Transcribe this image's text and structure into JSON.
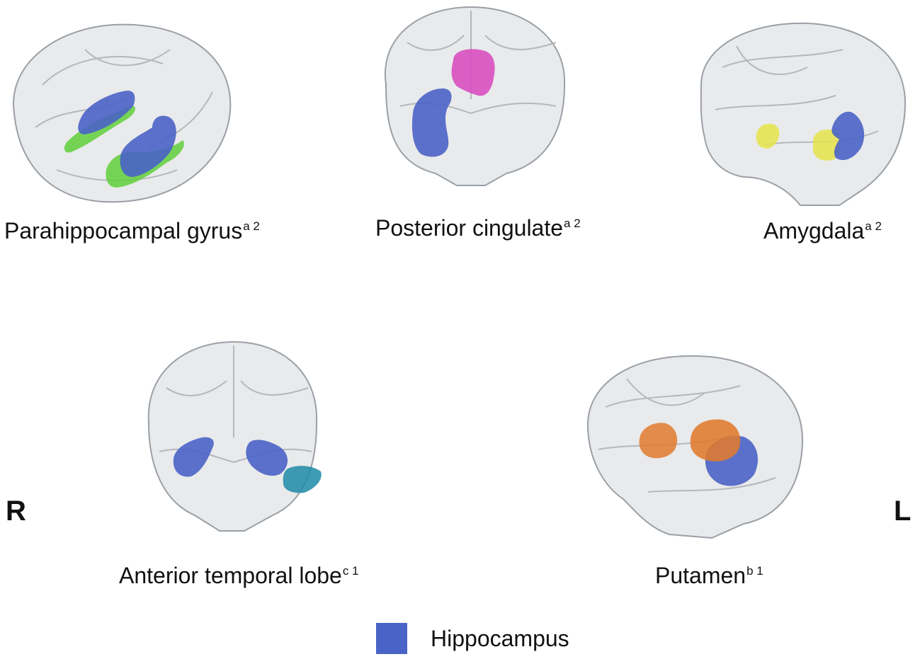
{
  "colors": {
    "hippocampus": "#4a63c6",
    "parahippocampal": "#5fcf3b",
    "posterior_cingulate": "#d84fc0",
    "amygdala": "#e6e34a",
    "anterior_temporal": "#1f8aa8",
    "putamen": "#e07a2e",
    "brain_fill": "#d7d9db",
    "brain_stroke": "#9aa0a6"
  },
  "panels": [
    {
      "name": "Parahippocampal gyrus",
      "sup": "a 2",
      "overlay": "parahippocampal"
    },
    {
      "name": "Posterior cingulate",
      "sup": "a 2",
      "overlay": "posterior_cingulate"
    },
    {
      "name": "Amygdala",
      "sup": "a 2",
      "overlay": "amygdala"
    },
    {
      "name": "Anterior temporal lobe",
      "sup": "c 1",
      "overlay": "anterior_temporal"
    },
    {
      "name": "Putamen",
      "sup": "b 1",
      "overlay": "putamen"
    }
  ],
  "side_labels": {
    "right": "R",
    "left": "L"
  },
  "legend": {
    "label": "Hippocampus",
    "color": "#4a63c6"
  }
}
